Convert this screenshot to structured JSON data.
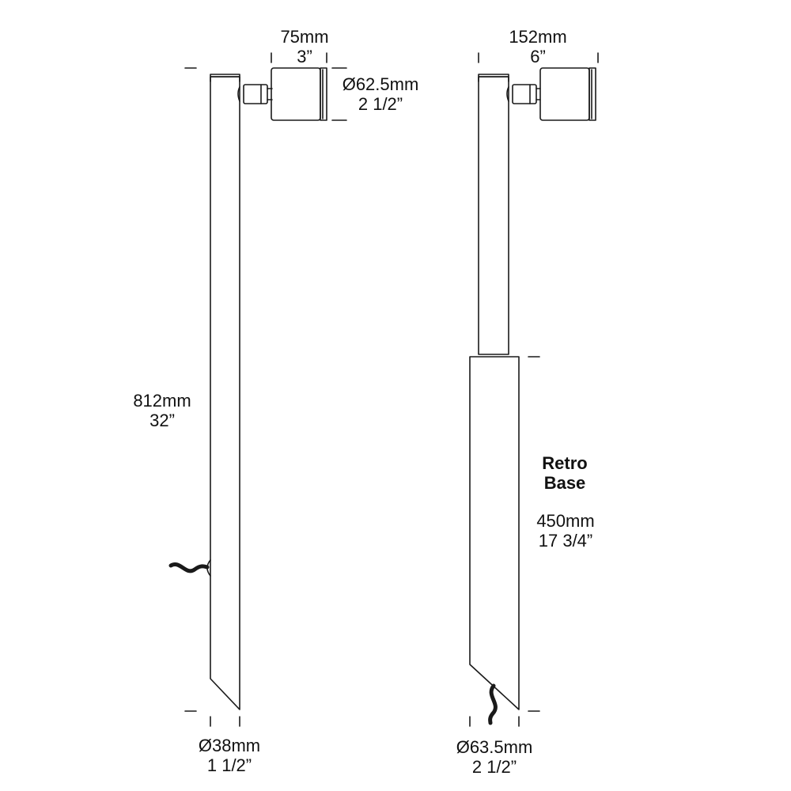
{
  "left_fixture": {
    "head_length": {
      "metric": "75mm",
      "imperial": "3”"
    },
    "head_diameter": {
      "metric": "Ø62.5mm",
      "imperial": "2 1/2”"
    },
    "height": {
      "metric": "812mm",
      "imperial": "32”"
    },
    "stake_diameter": {
      "metric": "Ø38mm",
      "imperial": "1 1/2”"
    }
  },
  "right_fixture": {
    "head_offset": {
      "metric": "152mm",
      "imperial": "6”"
    },
    "base_title": {
      "line1": "Retro",
      "line2": "Base"
    },
    "base_height": {
      "metric": "450mm",
      "imperial": "17 3/4”"
    },
    "base_diameter": {
      "metric": "Ø63.5mm",
      "imperial": "2 1/2”"
    }
  },
  "colors": {
    "line": "#1a1a1a",
    "background": "#ffffff"
  }
}
